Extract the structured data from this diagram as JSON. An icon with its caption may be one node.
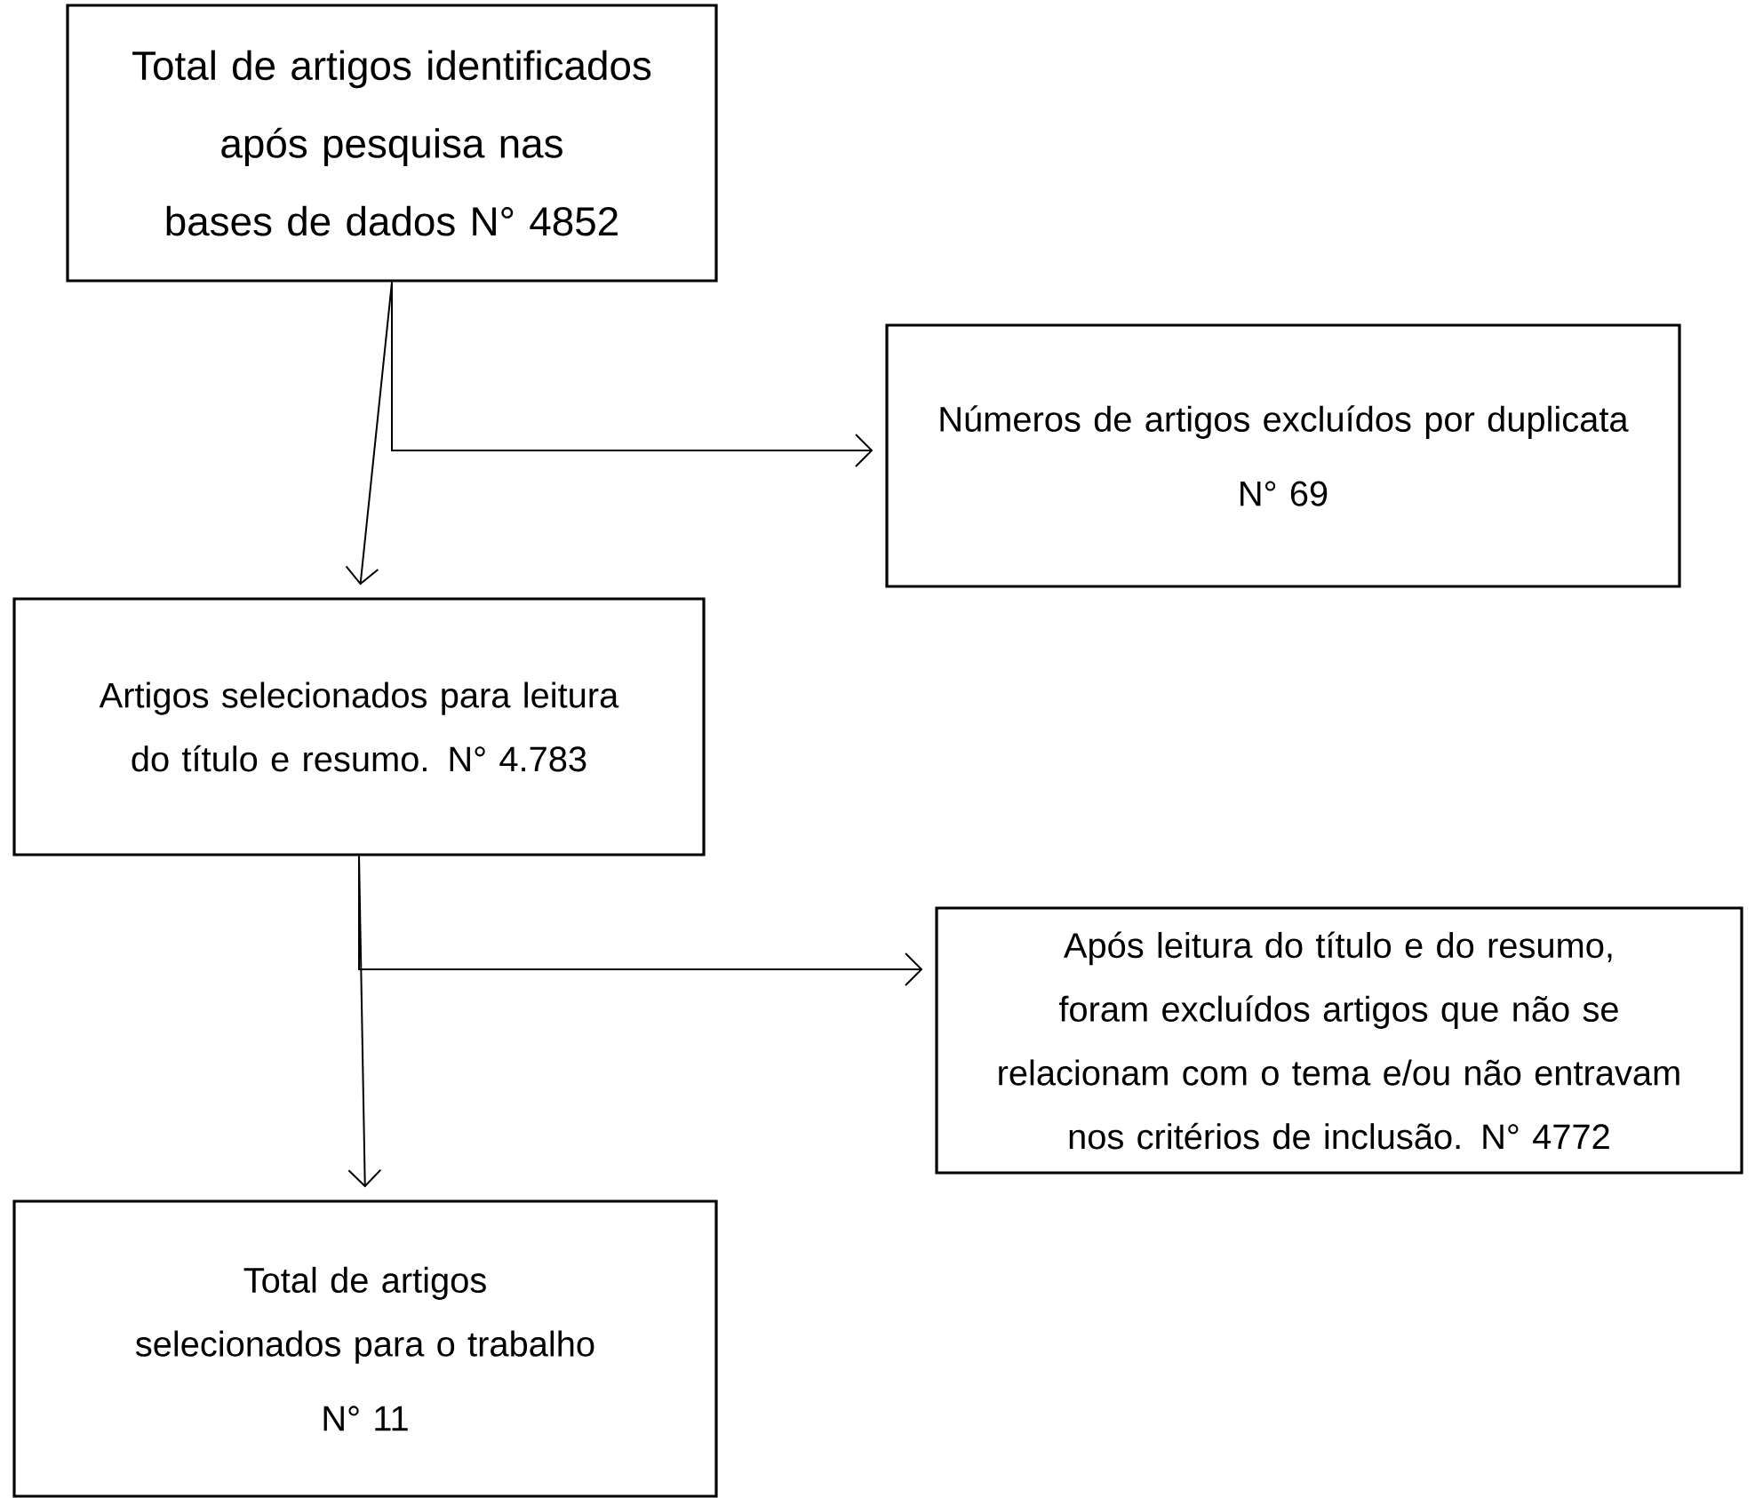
{
  "diagram": {
    "nodes": [
      {
        "text": [
          "Total de artigos identificados após pesquisa nas bases de dados N° 4852"
        ]
      },
      {
        "text": [
          "Números de artigos excluídos por duplicata",
          "N° 69"
        ]
      },
      {
        "text": [
          "Artigos selecionados para leitura do título e resumo.  N° 4.783"
        ]
      },
      {
        "text": [
          "Após leitura do título e do resumo, foram excluídos artigos que não se relacionam com o tema e/ou não entravam nos critérios de inclusão. N° 4772"
        ]
      },
      {
        "text": [
          "Total de artigos selecionados para o trabalho",
          "N° 11"
        ]
      }
    ],
    "edges": [
      {
        "from": 0,
        "to": 2,
        "arrow": "to"
      },
      {
        "from": 0,
        "to": 1,
        "arrow": "to"
      },
      {
        "from": 2,
        "to": 4,
        "arrow": "to"
      },
      {
        "from": 2,
        "to": 3,
        "arrow": "to"
      }
    ]
  }
}
